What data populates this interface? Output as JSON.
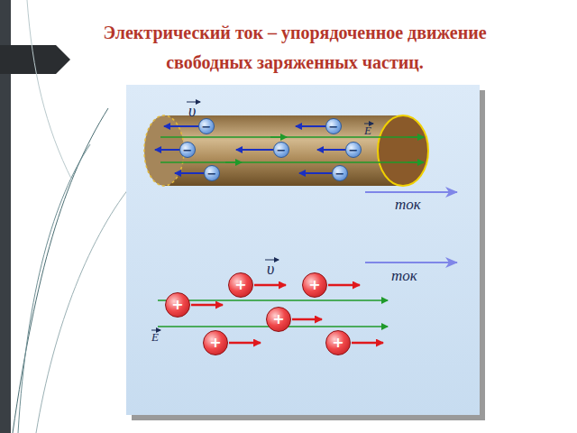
{
  "diagram": {
    "title": "Электрический ток – упорядоченное движение свободных заряженных частиц.",
    "nodes": [
      {
        "text": [
          "−"
        ]
      },
      {
        "text": [
          "−"
        ]
      },
      {
        "text": [
          "−"
        ]
      },
      {
        "text": [
          "−"
        ]
      },
      {
        "text": [
          "−"
        ]
      },
      {
        "text": [
          "−"
        ]
      },
      {
        "text": [
          "−"
        ]
      },
      {
        "text": [
          "+"
        ]
      },
      {
        "text": [
          "+"
        ]
      },
      {
        "text": [
          "+"
        ]
      },
      {
        "text": [
          "+"
        ]
      },
      {
        "text": [
          "+"
        ]
      },
      {
        "text": [
          "+"
        ]
      }
    ],
    "labels": [
      "υ",
      "E",
      "ток",
      "υ",
      "ток",
      "E"
    ]
  }
}
